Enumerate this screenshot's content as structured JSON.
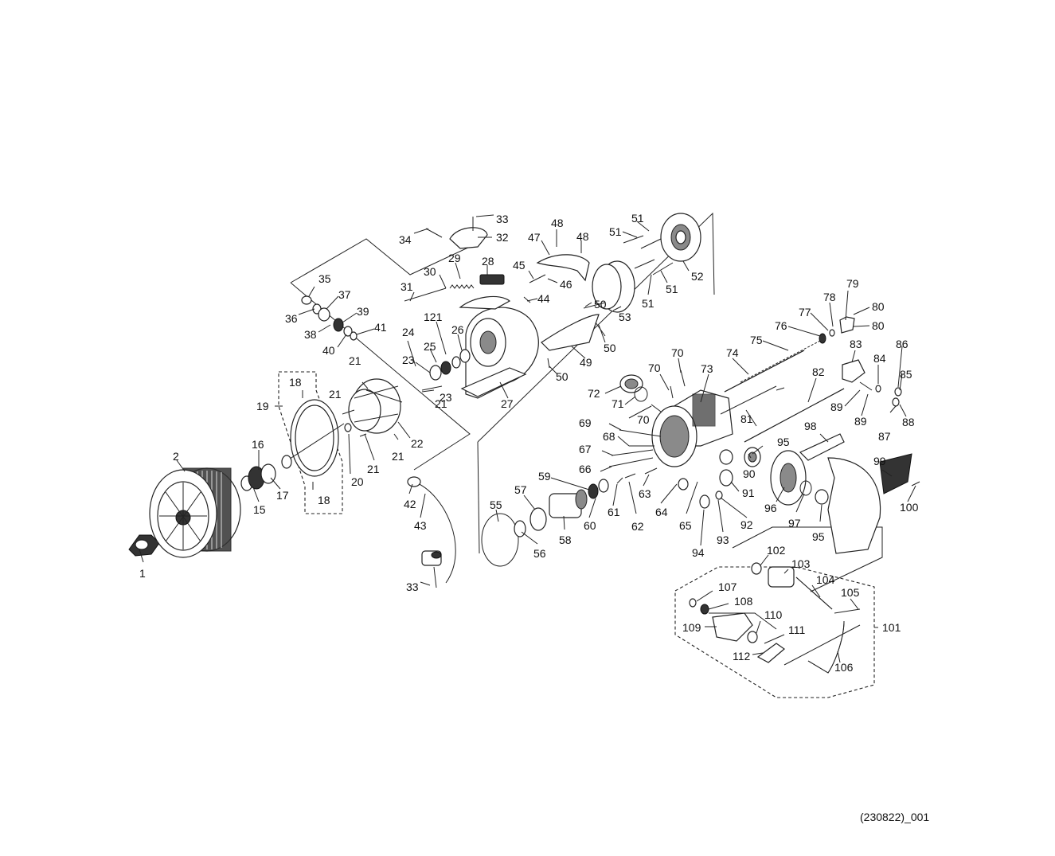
{
  "diagram_code": "(230822)_001",
  "labels": [
    "1",
    "2",
    "15",
    "16",
    "17",
    "18",
    "18",
    "19",
    "20",
    "21",
    "21",
    "21",
    "21",
    "21",
    "22",
    "23",
    "23",
    "24",
    "25",
    "26",
    "27",
    "28",
    "29",
    "30",
    "31",
    "32",
    "33",
    "33",
    "34",
    "35",
    "36",
    "37",
    "38",
    "39",
    "40",
    "41",
    "42",
    "43",
    "44",
    "45",
    "46",
    "47",
    "48",
    "48",
    "49",
    "50",
    "50",
    "50",
    "51",
    "51",
    "51",
    "51",
    "52",
    "53",
    "55",
    "56",
    "57",
    "58",
    "59",
    "60",
    "61",
    "62",
    "63",
    "64",
    "65",
    "66",
    "67",
    "68",
    "69",
    "70",
    "70",
    "70",
    "71",
    "72",
    "73",
    "74",
    "75",
    "76",
    "77",
    "78",
    "79",
    "80",
    "80",
    "81",
    "82",
    "83",
    "84",
    "85",
    "86",
    "87",
    "88",
    "89",
    "89",
    "90",
    "91",
    "92",
    "93",
    "94",
    "95",
    "95",
    "96",
    "97",
    "98",
    "99",
    "100",
    "101",
    "102",
    "103",
    "104",
    "105",
    "106",
    "107",
    "108",
    "109",
    "110",
    "111",
    "112",
    "121"
  ]
}
